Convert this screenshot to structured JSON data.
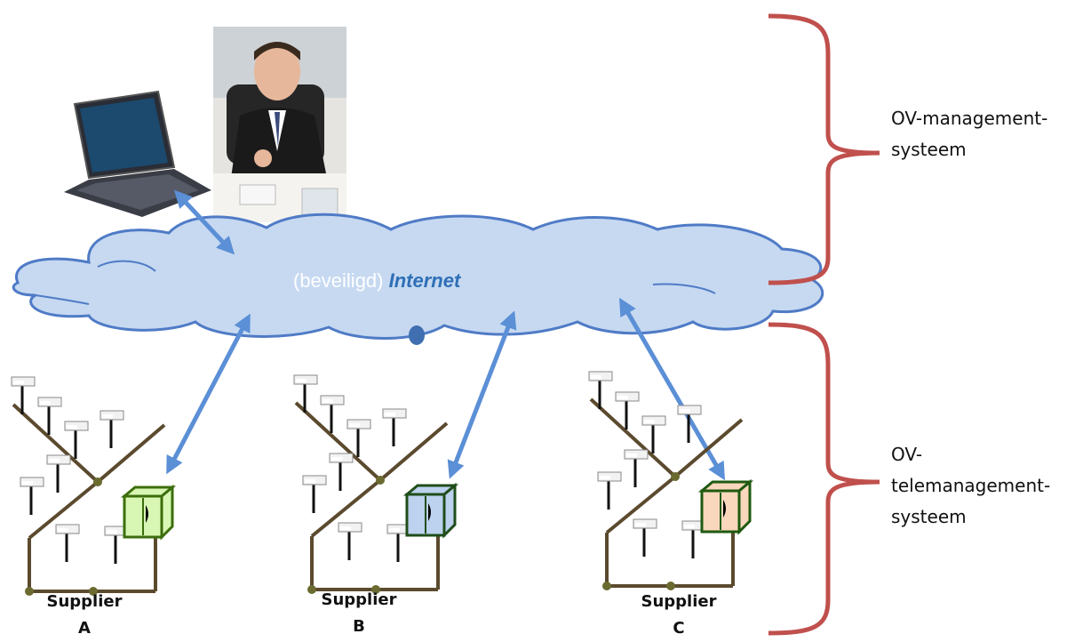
{
  "cloud": {
    "prefix": "(beveiligd)",
    "emphasis": "Internet"
  },
  "right_labels": {
    "management": [
      "OV-management-",
      "systeem"
    ],
    "telemanagement": [
      "OV-",
      "telemanagement-",
      "systeem"
    ]
  },
  "suppliers": [
    {
      "name": "Supplier",
      "letter": "A",
      "cabinet_color": "#d9f7b4",
      "cabinet_border": "#3c6e0c"
    },
    {
      "name": "Supplier",
      "letter": "B",
      "cabinet_color": "#bcd2ee",
      "cabinet_border": "#1f4d1a"
    },
    {
      "name": "Supplier",
      "letter": "C",
      "cabinet_color": "#f9d7bc",
      "cabinet_border": "#1f5a10"
    }
  ],
  "colors": {
    "cloud_fill": "#c6d9f1",
    "cloud_stroke": "#4f7bc6",
    "arrow": "#5b8fd6",
    "brace": "#c0504d",
    "cable": "#5b4a2e"
  },
  "icons": [
    "laptop-icon",
    "businessman-photo",
    "street-light-icon",
    "control-cabinet-icon"
  ]
}
